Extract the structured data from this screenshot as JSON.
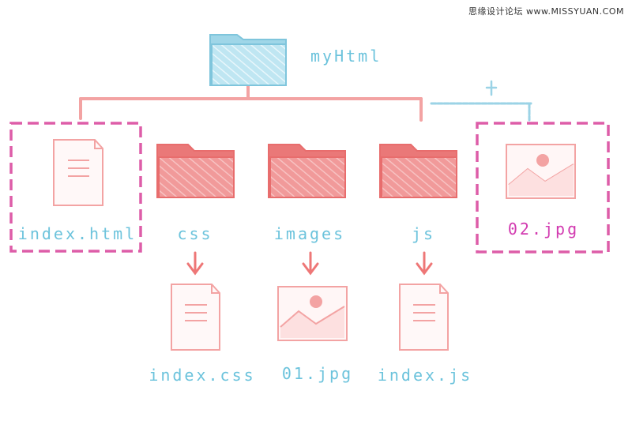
{
  "watermark": "思缘设计论坛 www.MISSYUAN.COM",
  "colors": {
    "blue": "#6cc3dc",
    "red": "#ee7777",
    "pink_dash": "#dd5da8",
    "magenta_text": "#d23ab0"
  },
  "tree": {
    "root": {
      "label": "myHtml",
      "icon": "folder-icon"
    },
    "children": [
      {
        "label": "index.html",
        "icon": "document-icon",
        "highlighted": true
      },
      {
        "label": "css",
        "icon": "folder-icon",
        "child": {
          "label": "index.css",
          "icon": "document-icon"
        }
      },
      {
        "label": "images",
        "icon": "folder-icon",
        "child": {
          "label": "01.jpg",
          "icon": "image-icon"
        }
      },
      {
        "label": "js",
        "icon": "folder-icon",
        "child": {
          "label": "index.js",
          "icon": "document-icon"
        }
      }
    ],
    "added": {
      "label": "02.jpg",
      "icon": "image-icon",
      "highlighted": true,
      "marker": "+"
    }
  }
}
